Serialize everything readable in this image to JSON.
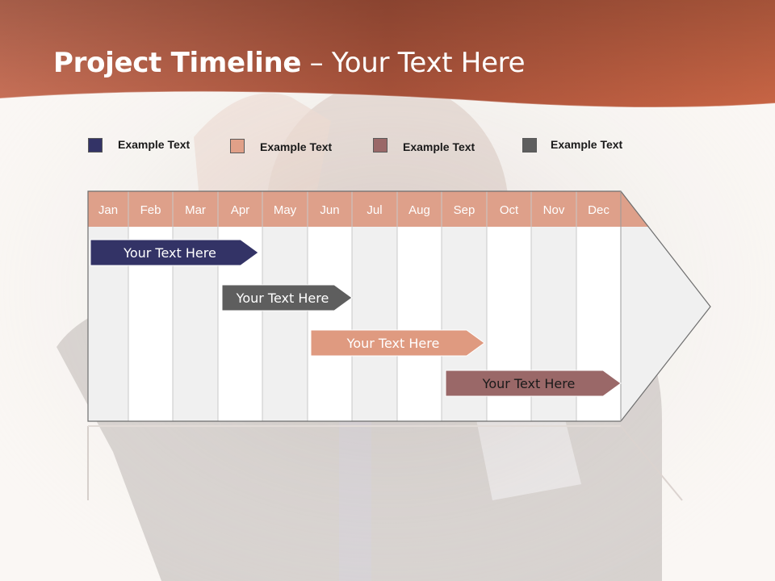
{
  "slide": {
    "title_bold": "Project Timeline",
    "title_rest": " – Your Text Here"
  },
  "legend": [
    {
      "label": "Example Text",
      "color": "#333366"
    },
    {
      "label": "Example Text",
      "color": "#e0a088"
    },
    {
      "label": "Example Text",
      "color": "#9a6868"
    },
    {
      "label": "Example Text",
      "color": "#5e5e5e"
    }
  ],
  "months": [
    "Jan",
    "Feb",
    "Mar",
    "Apr",
    "May",
    "Jun",
    "Jul",
    "Aug",
    "Sep",
    "Oct",
    "Nov",
    "Dec"
  ],
  "bars": [
    {
      "label": "Your  Text Here",
      "color": "#333366",
      "text_color": "#ffffff",
      "start_month": "Jan",
      "end_month": "Apr"
    },
    {
      "label": "Your  Text Here",
      "color": "#5e5e5e",
      "text_color": "#ffffff",
      "start_month": "Apr",
      "end_month": "Jun"
    },
    {
      "label": "Your  Text Here",
      "color": "#df9a80",
      "text_color": "#ffffff",
      "start_month": "Jun",
      "end_month": "Sep"
    },
    {
      "label": "Your  Text Here",
      "color": "#9a6868",
      "text_color": "#1a1a1a",
      "start_month": "Sep",
      "end_month": "Dec"
    }
  ],
  "colors": {
    "header_band": "#c46a4e",
    "month_header": "#dea08a",
    "stripe": "#f0f0f0"
  }
}
